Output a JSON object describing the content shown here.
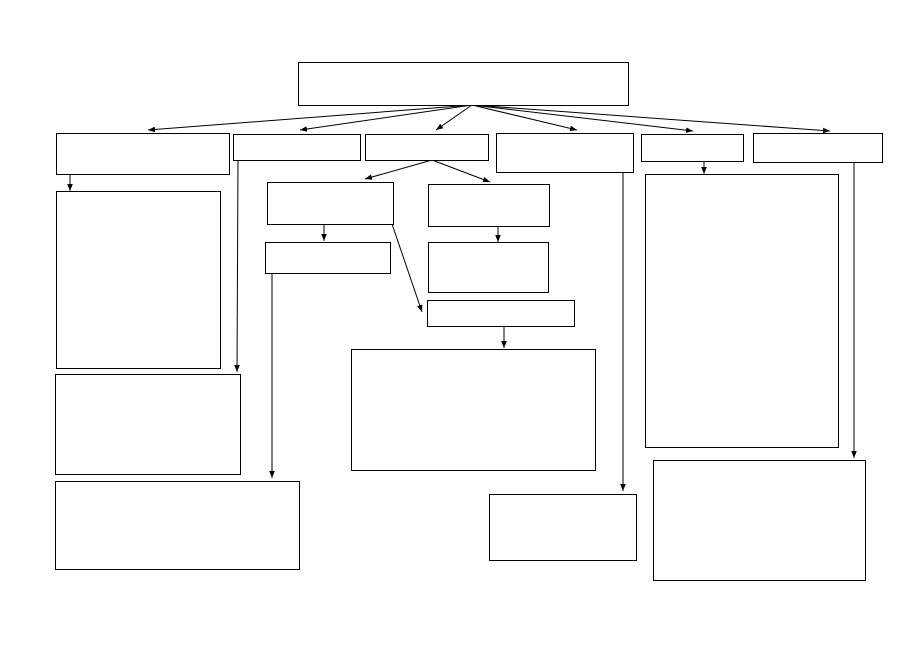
{
  "diagram": {
    "type": "flowchart-template",
    "line_color": "#000000",
    "box_fill": "#ffffff",
    "background": "#ffffff",
    "nodes": [
      {
        "id": "root",
        "label": ""
      },
      {
        "id": "c1",
        "label": ""
      },
      {
        "id": "c2",
        "label": ""
      },
      {
        "id": "c3",
        "label": ""
      },
      {
        "id": "c4",
        "label": ""
      },
      {
        "id": "c5",
        "label": ""
      },
      {
        "id": "c6",
        "label": ""
      },
      {
        "id": "c1a",
        "label": ""
      },
      {
        "id": "c2a",
        "label": ""
      },
      {
        "id": "c3l",
        "label": ""
      },
      {
        "id": "c3l2",
        "label": ""
      },
      {
        "id": "c3l3",
        "label": ""
      },
      {
        "id": "c3r",
        "label": ""
      },
      {
        "id": "c3r2",
        "label": ""
      },
      {
        "id": "c3m",
        "label": ""
      },
      {
        "id": "c3m2",
        "label": ""
      },
      {
        "id": "c4a",
        "label": ""
      },
      {
        "id": "c5a",
        "label": ""
      },
      {
        "id": "c6a",
        "label": ""
      }
    ],
    "edges": [
      {
        "from": "root",
        "to": "c1"
      },
      {
        "from": "root",
        "to": "c2"
      },
      {
        "from": "root",
        "to": "c3"
      },
      {
        "from": "root",
        "to": "c4"
      },
      {
        "from": "root",
        "to": "c5"
      },
      {
        "from": "root",
        "to": "c6"
      },
      {
        "from": "c1",
        "to": "c1a"
      },
      {
        "from": "c2",
        "to": "c2a"
      },
      {
        "from": "c3",
        "to": "c3l"
      },
      {
        "from": "c3",
        "to": "c3r"
      },
      {
        "from": "c3l",
        "to": "c3l2"
      },
      {
        "from": "c3l2",
        "to": "c3l3"
      },
      {
        "from": "c3l",
        "to": "c3m"
      },
      {
        "from": "c3r",
        "to": "c3r2"
      },
      {
        "from": "c3m",
        "to": "c3m2"
      },
      {
        "from": "c4",
        "to": "c4a"
      },
      {
        "from": "c5",
        "to": "c5a"
      },
      {
        "from": "c6",
        "to": "c6a"
      }
    ]
  }
}
